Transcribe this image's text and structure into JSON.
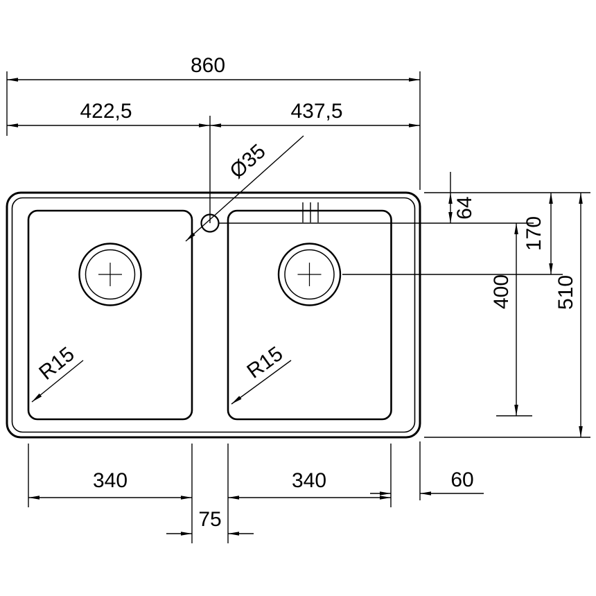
{
  "drawing": {
    "subject": "double-bowl-sink-installation-drawing",
    "dims": {
      "overall_width": "860",
      "tap_offset_left": "422,5",
      "tap_offset_right": "437,5",
      "tap_hole_diameter": "Ø35",
      "top_to_tap": "64",
      "top_to_drain": "170",
      "tap_to_bottom": "400",
      "overall_depth": "510",
      "left_bowl_radius": "R15",
      "right_bowl_radius": "R15",
      "left_bowl_width": "340",
      "right_bowl_width": "340",
      "bowl_gap": "75",
      "right_edge_offset": "60"
    }
  }
}
